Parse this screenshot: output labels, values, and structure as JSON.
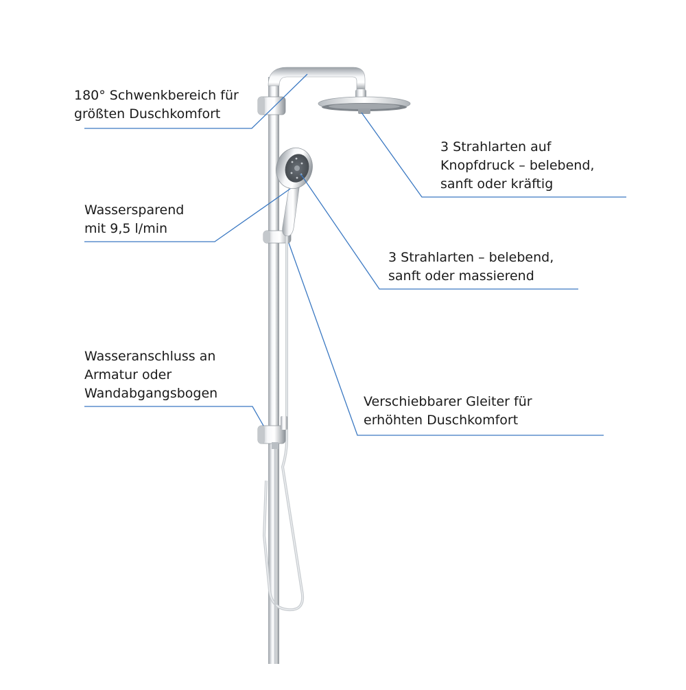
{
  "colors": {
    "leader_line": "#3a78c2",
    "chrome_dark": "#8f959b",
    "chrome_light": "#f4f6f8",
    "hose": "#c9cdd1",
    "spray_face": "#5b6066"
  },
  "annotations": [
    {
      "id": "swivel",
      "lines": [
        "180° Schwenkbereich für",
        "größten Duschkomfort"
      ]
    },
    {
      "id": "water_saving",
      "lines": [
        "Wassersparend",
        "mit 9,5 l/min"
      ]
    },
    {
      "id": "connection",
      "lines": [
        "Wasseranschluss an",
        "Armatur oder",
        "Wandabgangsbogen"
      ]
    },
    {
      "id": "head_spray",
      "lines": [
        "3 Strahlarten auf",
        "Knopfdruck – belebend,",
        "sanft oder kräftig"
      ]
    },
    {
      "id": "hand_spray",
      "lines": [
        "3 Strahlarten – belebend,",
        "sanft oder massierend"
      ]
    },
    {
      "id": "slider",
      "lines": [
        "Verschiebbarer Gleiter für",
        "erhöhten Duschkomfort"
      ]
    }
  ]
}
